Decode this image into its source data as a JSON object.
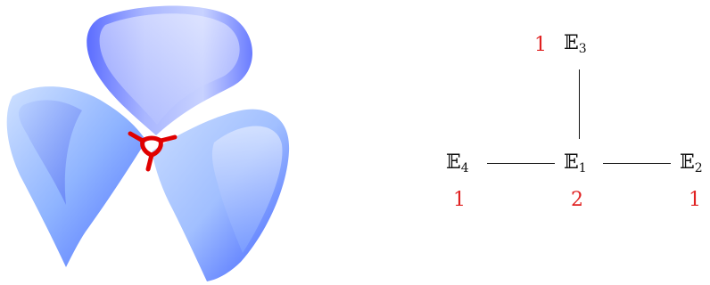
{
  "colors": {
    "surface_light": "#dbe8ff",
    "surface_mid": "#8fb3ff",
    "surface_dark": "#3a5cff",
    "curve": "#e00000",
    "weight": "#e02020",
    "edge": "#111111"
  },
  "graph": {
    "nodes": [
      {
        "id": "E3",
        "symbol": "𝔼",
        "index": "3",
        "weight": "1"
      },
      {
        "id": "E4",
        "symbol": "𝔼",
        "index": "4",
        "weight": "1"
      },
      {
        "id": "E1",
        "symbol": "𝔼",
        "index": "1",
        "weight": "2"
      },
      {
        "id": "E2",
        "symbol": "𝔼",
        "index": "2",
        "weight": "1"
      }
    ],
    "edges": [
      [
        "E1",
        "E3"
      ],
      [
        "E4",
        "E1"
      ],
      [
        "E1",
        "E2"
      ]
    ]
  }
}
